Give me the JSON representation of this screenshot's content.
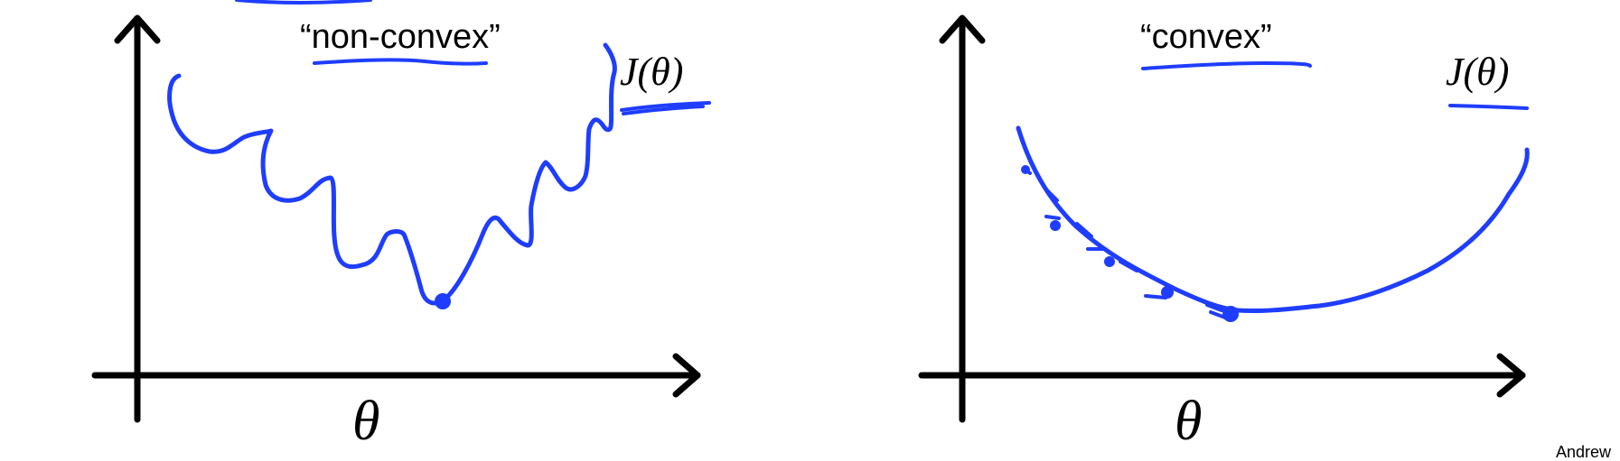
{
  "panels": [
    {
      "title": "“non-convex”",
      "function_label": "J(θ)",
      "axis_label": "θ"
    },
    {
      "title": "“convex”",
      "function_label": "J(θ)",
      "axis_label": "θ"
    }
  ],
  "credit": "Andrew",
  "colors": {
    "ink": "#000000",
    "pen": "#1f3dff"
  }
}
